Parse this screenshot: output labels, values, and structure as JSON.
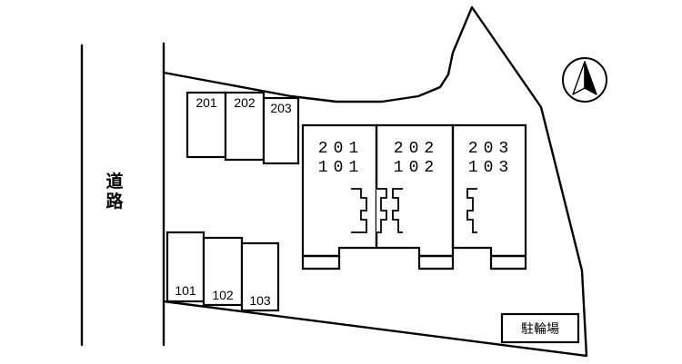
{
  "road_label": [
    "道",
    "路"
  ],
  "parking_top": [
    "201",
    "202",
    "203"
  ],
  "parking_bottom": [
    "101",
    "102",
    "103"
  ],
  "units": [
    {
      "upper": "201",
      "lower": "101"
    },
    {
      "upper": "202",
      "lower": "102"
    },
    {
      "upper": "203",
      "lower": "103"
    }
  ],
  "bicycle_parking": "駐輪場",
  "north_arrow": "north-arrow-icon"
}
